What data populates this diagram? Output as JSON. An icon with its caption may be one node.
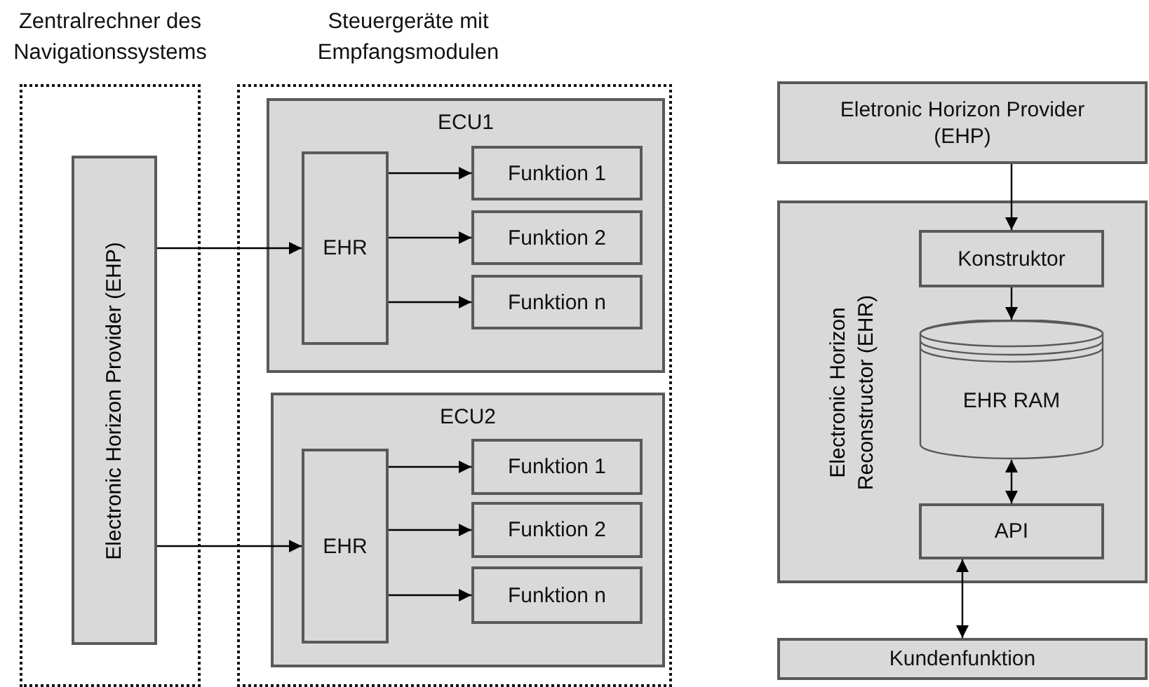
{
  "diagram": {
    "nodes": [
      {
        "text": [
          "Zentralrechner des Navigationssystems"
        ]
      },
      {
        "text": [
          "Electronic Horizon Provider (EHP)"
        ],
        "in": 0
      },
      {
        "text": [
          "Steuergeräte mit Empfangsmodulen"
        ]
      },
      {
        "text": [
          "ECU1"
        ],
        "in": 2
      },
      {
        "text": [
          "EHR"
        ],
        "in": 3
      },
      {
        "text": [
          "Funktion 1"
        ],
        "in": 3
      },
      {
        "text": [
          "Funktion 2"
        ],
        "in": 3
      },
      {
        "text": [
          "Funktion n"
        ],
        "in": 3
      },
      {
        "text": [
          "ECU2"
        ],
        "in": 2
      },
      {
        "text": [
          "EHR"
        ],
        "in": 8
      },
      {
        "text": [
          "Funktion 1"
        ],
        "in": 8
      },
      {
        "text": [
          "Funktion 2"
        ],
        "in": 8
      },
      {
        "text": [
          "Funktion n"
        ],
        "in": 8
      },
      {
        "text": [
          "Eletronic Horizon Provider (EHP)"
        ]
      },
      {
        "text": [
          "Electronic Horizon Reconstructor (EHR)"
        ]
      },
      {
        "text": [
          "Konstruktor"
        ],
        "in": 14
      },
      {
        "text": [
          "EHR RAM"
        ],
        "in": 14
      },
      {
        "text": [
          "API"
        ],
        "in": 14
      },
      {
        "text": [
          "Kundenfunktion"
        ]
      }
    ],
    "edges": [
      {
        "from": 1,
        "to": 4,
        "arrow": "to"
      },
      {
        "from": 1,
        "to": 9,
        "arrow": "to"
      },
      {
        "from": 4,
        "to": 5,
        "arrow": "to"
      },
      {
        "from": 4,
        "to": 6,
        "arrow": "to"
      },
      {
        "from": 4,
        "to": 7,
        "arrow": "to"
      },
      {
        "from": 9,
        "to": 10,
        "arrow": "to"
      },
      {
        "from": 9,
        "to": 11,
        "arrow": "to"
      },
      {
        "from": 9,
        "to": 12,
        "arrow": "to"
      },
      {
        "from": 13,
        "to": 15,
        "arrow": "to"
      },
      {
        "from": 15,
        "to": 16,
        "arrow": "to"
      },
      {
        "from": 16,
        "to": 17,
        "arrow": "both"
      },
      {
        "from": 17,
        "to": 18,
        "arrow": "both"
      }
    ]
  }
}
